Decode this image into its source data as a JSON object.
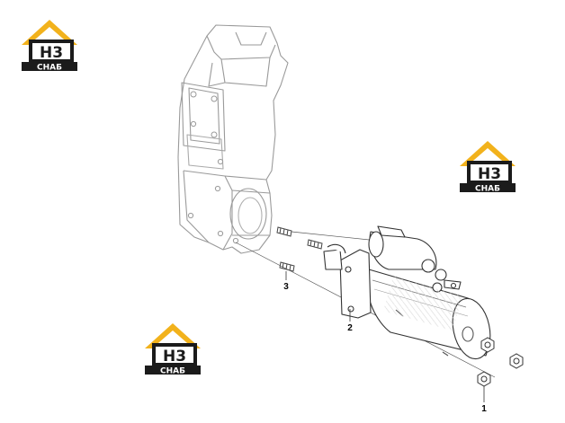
{
  "logo": {
    "brand": "Н3",
    "name": "СНАБ",
    "colors": {
      "roof": "#f2b21c",
      "dark": "#1b1b1b",
      "light": "#ffffff"
    }
  },
  "callouts": [
    {
      "id": "callout-1",
      "label": "1"
    },
    {
      "id": "callout-2",
      "label": "2"
    },
    {
      "id": "callout-3",
      "label": "3"
    }
  ],
  "colors": {
    "line": "#555555",
    "light_line": "#9a9a9a",
    "background": "#ffffff"
  }
}
